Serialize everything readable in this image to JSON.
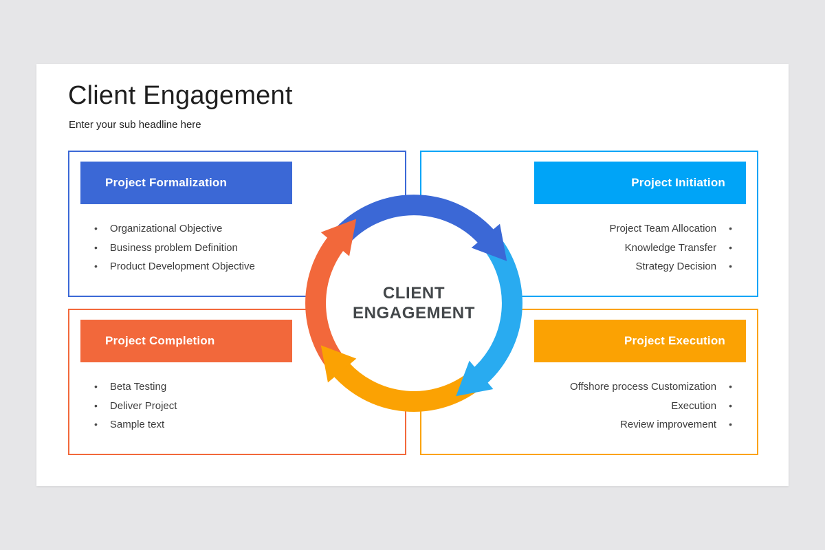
{
  "slide": {
    "title": "Client Engagement",
    "subtitle": "Enter your sub headline here"
  },
  "center_label": {
    "line1": "CLIENT",
    "line2": "ENGAGEMENT"
  },
  "quadrants": [
    {
      "title": "Project Formalization",
      "align": "left",
      "accent_color": "#3b68d6",
      "items": [
        "Organizational Objective",
        "Business problem Definition",
        "Product Development Objective"
      ]
    },
    {
      "title": "Project Initiation",
      "align": "right",
      "accent_color": "#00a4f7",
      "items": [
        "Project Team Allocation",
        "Knowledge Transfer",
        "Strategy Decision"
      ]
    },
    {
      "title": "Project Completion",
      "align": "left",
      "accent_color": "#f2683b",
      "items": [
        "Beta Testing",
        "Deliver Project",
        "Sample text"
      ]
    },
    {
      "title": "Project Execution",
      "align": "right",
      "accent_color": "#fba203",
      "items": [
        "Offshore process Customization",
        "Execution",
        "Review improvement"
      ]
    }
  ],
  "cycle": {
    "direction": "clockwise",
    "arc_colors": {
      "top": "#3b68d6",
      "right": "#29abf0",
      "bottom": "#fba203",
      "left": "#f2683b"
    }
  },
  "colors": {
    "page_background": "#e6e6e8",
    "card_background": "#ffffff",
    "title_text": "#1e1e1e",
    "body_text": "#3c3c3c",
    "center_text": "#43474a"
  }
}
